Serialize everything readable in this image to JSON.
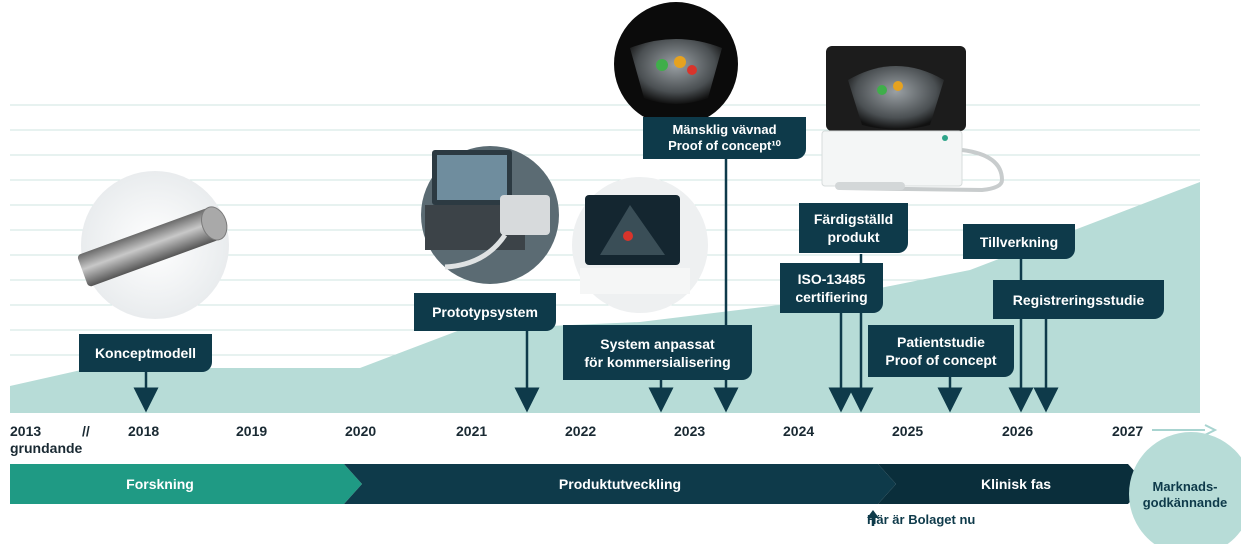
{
  "milestones": {
    "konceptmodell": [
      "Konceptmodell"
    ],
    "prototypsystem": [
      "Prototypsystem"
    ],
    "system_anpassat": [
      "System anpassat",
      "för kommersialisering"
    ],
    "mansklig_vavnad": [
      "Mänsklig vävnad",
      "Proof of concept¹⁰"
    ],
    "iso": [
      "ISO-13485",
      "certifiering"
    ],
    "fardigstalld": [
      "Färdigställd",
      "produkt"
    ],
    "patientstudie": [
      "Patientstudie",
      "Proof of concept"
    ],
    "tillverkning": [
      "Tillverkning"
    ],
    "registreringsstudie": [
      "Registreringsstudie"
    ]
  },
  "years": [
    "2013",
    "//",
    "2018",
    "2019",
    "2020",
    "2021",
    "2022",
    "2023",
    "2024",
    "2025",
    "2026",
    "2027"
  ],
  "grundande": "grundande",
  "phases": {
    "forskning": "Forskning",
    "produktutveckling": "Produktutveckling",
    "klinisk": "Klinisk fas"
  },
  "marknad": [
    "Marknads-",
    "godkännande"
  ],
  "here_label": "Här är Bolaget nu",
  "colors": {
    "dark_teal": "#0e3a4a",
    "green_teal": "#1f9a84",
    "area_fill": "#b7dcd7",
    "grid": "#cfe6e2"
  },
  "images": [
    "probe-photo",
    "prototype-laptop-photo",
    "system-screen-photo",
    "tissue-ultrasound-photo",
    "final-product-device-photo"
  ]
}
